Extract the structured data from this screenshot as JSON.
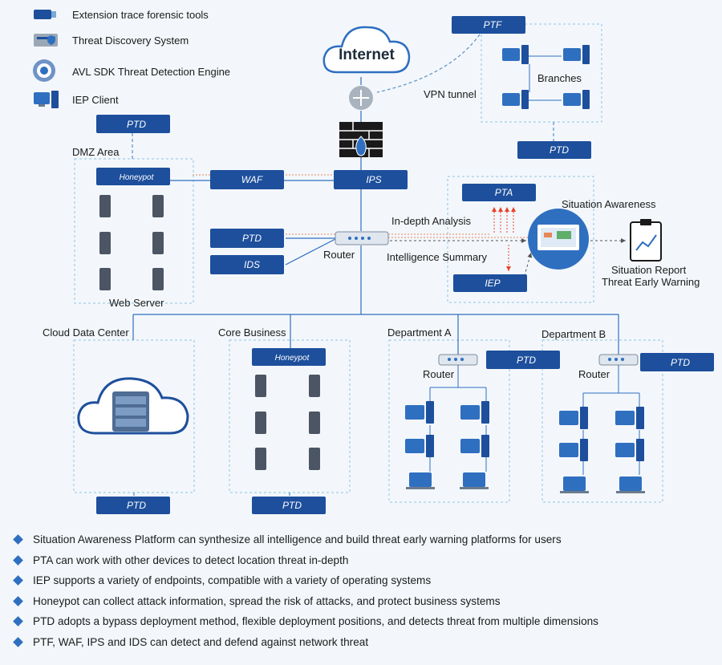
{
  "legend": [
    {
      "icon": "usb-forensic-icon",
      "label": "Extension trace forensic tools"
    },
    {
      "icon": "threat-discovery-icon",
      "label": "Threat Discovery System"
    },
    {
      "icon": "avl-engine-icon",
      "label": "AVL SDK Threat Detection Engine"
    },
    {
      "icon": "iep-client-icon",
      "label": "IEP Client"
    }
  ],
  "labels": {
    "internet": "Internet",
    "vpn": "VPN tunnel",
    "branches": "Branches",
    "dmz": "DMZ Area",
    "web_server": "Web Server",
    "router": "Router",
    "in_depth": "In-depth Analysis",
    "intel_summary": "Intelligence Summary",
    "situation_awareness": "Situation Awareness",
    "report_line1": "Situation Report",
    "report_line2": "Threat Early Warning",
    "cloud_dc": "Cloud Data Center",
    "core": "Core Business",
    "dept_a": "Department A",
    "dept_b": "Department B",
    "router_a": "Router",
    "router_b": "Router"
  },
  "devices": {
    "ptf": "PTF",
    "ptd": "PTD",
    "honeypot": "Honeypot",
    "waf": "WAF",
    "ips": "IPS",
    "ids": "IDS",
    "pta": "PTA",
    "iep": "IEP"
  },
  "bullets": [
    "Situation Awareness Platform can synthesize all intelligence and build threat early warning platforms for users",
    "PTA can work with other devices to detect location threat in-depth",
    "IEP supports a variety of endpoints, compatible with a variety of operating systems",
    "Honeypot can collect attack information, spread the risk of attacks, and protect business systems",
    "PTD adopts a bypass deployment method, flexible deployment positions, and detects threat from multiple dimensions",
    "PTF, WAF, IPS and IDS can detect and defend against network threat"
  ],
  "colors": {
    "device": "#1d4f9c",
    "zone": "#8fc3e6",
    "link": "#2f6fc0",
    "alert": "#e8402a",
    "accent": "#2f6fc0"
  }
}
